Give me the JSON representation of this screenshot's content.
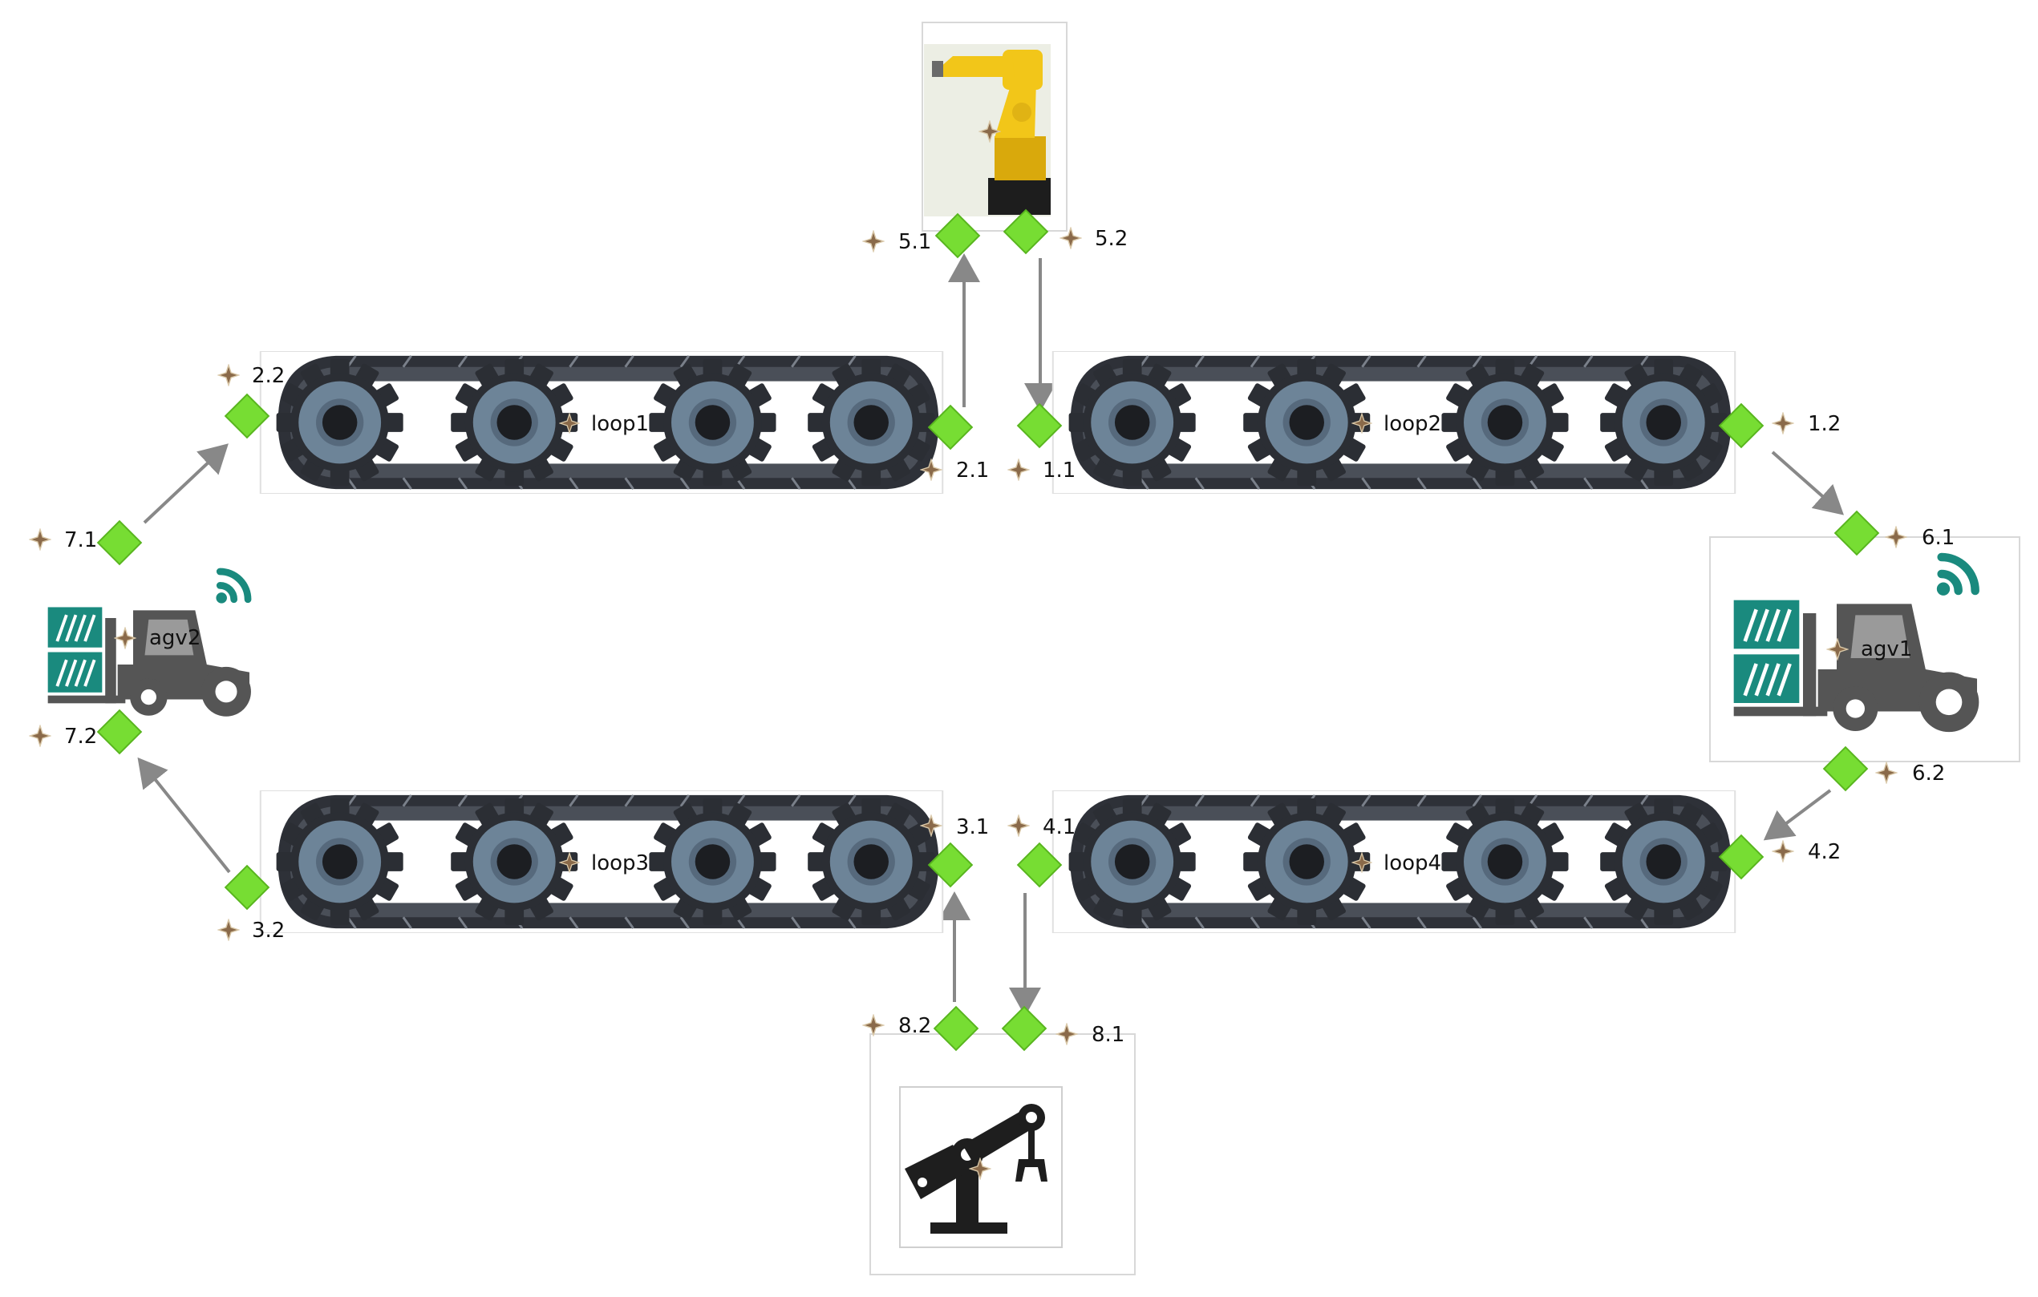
{
  "colors": {
    "port": "#77dd33",
    "port_stroke": "#58b51e",
    "connector": "#888888",
    "node_marker": "#8a6a4a",
    "track_dark": "#2e3138",
    "track_mid": "#4a4f58",
    "wheel": "#6d8498",
    "agv_gray": "#555555",
    "agv_teal": "#1a8a7e",
    "robot_yellow": "#f2c619",
    "arm_dark": "#222222"
  },
  "devices": {
    "conveyors": [
      {
        "id": "loop1",
        "label": "loop1",
        "icon": "conveyor-track-icon"
      },
      {
        "id": "loop2",
        "label": "loop2",
        "icon": "conveyor-track-icon"
      },
      {
        "id": "loop3",
        "label": "loop3",
        "icon": "conveyor-track-icon"
      },
      {
        "id": "loop4",
        "label": "loop4",
        "icon": "conveyor-track-icon"
      }
    ],
    "agvs": [
      {
        "id": "agv1",
        "label": "agv1",
        "icon": "forklift-agv-icon"
      },
      {
        "id": "agv2",
        "label": "agv2",
        "icon": "forklift-agv-icon"
      }
    ],
    "robots": [
      {
        "id": "robot-top",
        "icon": "industrial-robot-photo-icon"
      },
      {
        "id": "robot-bottom",
        "icon": "robot-arm-icon"
      }
    ]
  },
  "ports": [
    "1.1",
    "1.2",
    "2.1",
    "2.2",
    "3.1",
    "3.2",
    "4.1",
    "4.2",
    "5.1",
    "5.2",
    "6.1",
    "6.2",
    "7.1",
    "7.2",
    "8.1",
    "8.2"
  ],
  "connections": [
    {
      "from": "2.1",
      "to": "5.1"
    },
    {
      "from": "5.2",
      "to": "1.1"
    },
    {
      "from": "1.2",
      "to": "6.1"
    },
    {
      "from": "6.2",
      "to": "4.2"
    },
    {
      "from": "4.1",
      "to": "8.1"
    },
    {
      "from": "8.2",
      "to": "3.1"
    },
    {
      "from": "3.2",
      "to": "7.2"
    },
    {
      "from": "7.1",
      "to": "2.2"
    }
  ]
}
